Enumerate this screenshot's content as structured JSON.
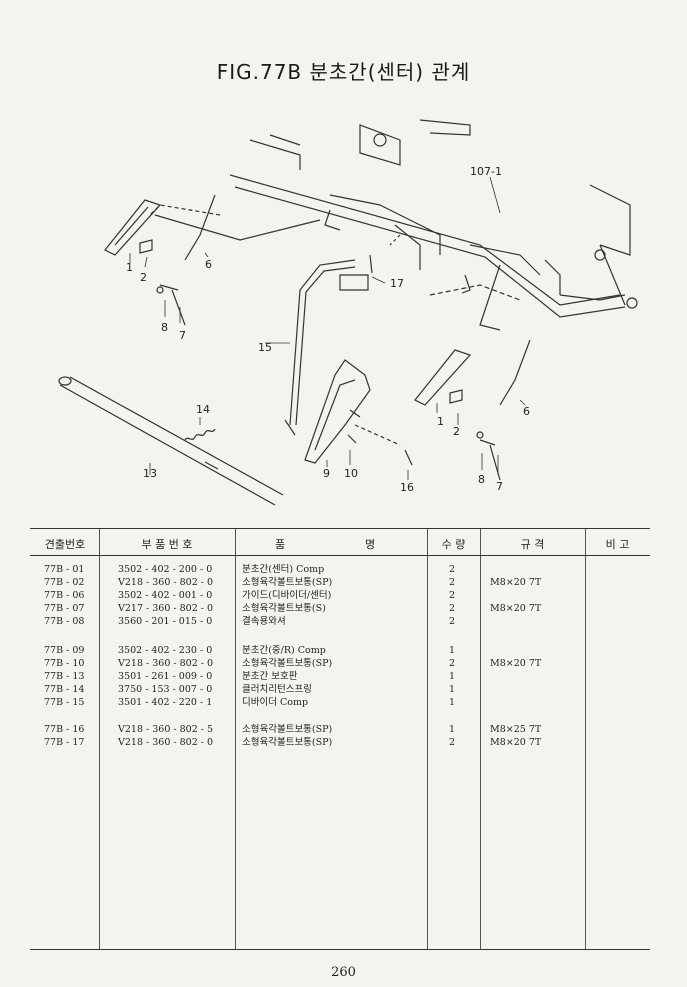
{
  "title": "FIG.77B 분초간(센터) 관계",
  "page_number": "260",
  "callouts": {
    "c107": "107-1",
    "c1a": "1",
    "c2a": "2",
    "c6a": "6",
    "c8a": "8",
    "c7a": "7",
    "c17": "17",
    "c15": "15",
    "c14": "14",
    "c13": "13",
    "c9": "9",
    "c10": "10",
    "c16": "16",
    "c1b": "1",
    "c2b": "2",
    "c6b": "6",
    "c8b": "8",
    "c7b": "7"
  },
  "table": {
    "headers": {
      "ref": "견출번호",
      "part_no": "부 품 번 호",
      "name_a": "품",
      "name_b": "명",
      "qty": "수 량",
      "spec": "규    격",
      "remark": "비 고"
    },
    "rows": [
      {
        "ref": "77B - 01",
        "part_no": "3502 - 402 - 200 - 0",
        "name": "분초간(센터) Comp",
        "qty": "2",
        "spec": ""
      },
      {
        "ref": "77B - 02",
        "part_no": "V218 - 360 - 802 - 0",
        "name": "소형육각볼트보통(SP)",
        "qty": "2",
        "spec": "M8×20 7T"
      },
      {
        "ref": "77B - 06",
        "part_no": "3502 - 402 - 001 - 0",
        "name": "가이드(디바이더/센터)",
        "qty": "2",
        "spec": ""
      },
      {
        "ref": "77B - 07",
        "part_no": "V217 - 360 - 802 - 0",
        "name": "소형육각볼트보통(S)",
        "qty": "2",
        "spec": "M8×20 7T"
      },
      {
        "ref": "77B - 08",
        "part_no": "3560 - 201 - 015 - 0",
        "name": "결속용와셔",
        "qty": "2",
        "spec": ""
      },
      {
        "ref": "77B - 09",
        "part_no": "3502 - 402 - 230 - 0",
        "name": "분초간(중/R) Comp",
        "qty": "1",
        "spec": ""
      },
      {
        "ref": "77B - 10",
        "part_no": "V218 - 360 - 802 - 0",
        "name": "소형육각볼트보통(SP)",
        "qty": "2",
        "spec": "M8×20 7T"
      },
      {
        "ref": "77B - 13",
        "part_no": "3501 - 261 - 009 - 0",
        "name": "분초간 보호판",
        "qty": "1",
        "spec": ""
      },
      {
        "ref": "77B - 14",
        "part_no": "3750 - 153 - 007 - 0",
        "name": "클러치리턴스프링",
        "qty": "1",
        "spec": ""
      },
      {
        "ref": "77B - 15",
        "part_no": "3501 - 402 - 220 - 1",
        "name": "디바이더 Comp",
        "qty": "1",
        "spec": ""
      },
      {
        "ref": "77B - 16",
        "part_no": "V218 - 360 - 802 - 5",
        "name": "소형육각볼트보통(SP)",
        "qty": "1",
        "spec": "M8×25 7T"
      },
      {
        "ref": "77B - 17",
        "part_no": "V218 - 360 - 802 - 0",
        "name": "소형육각볼트보통(SP)",
        "qty": "2",
        "spec": "M8×20 7T"
      }
    ]
  }
}
